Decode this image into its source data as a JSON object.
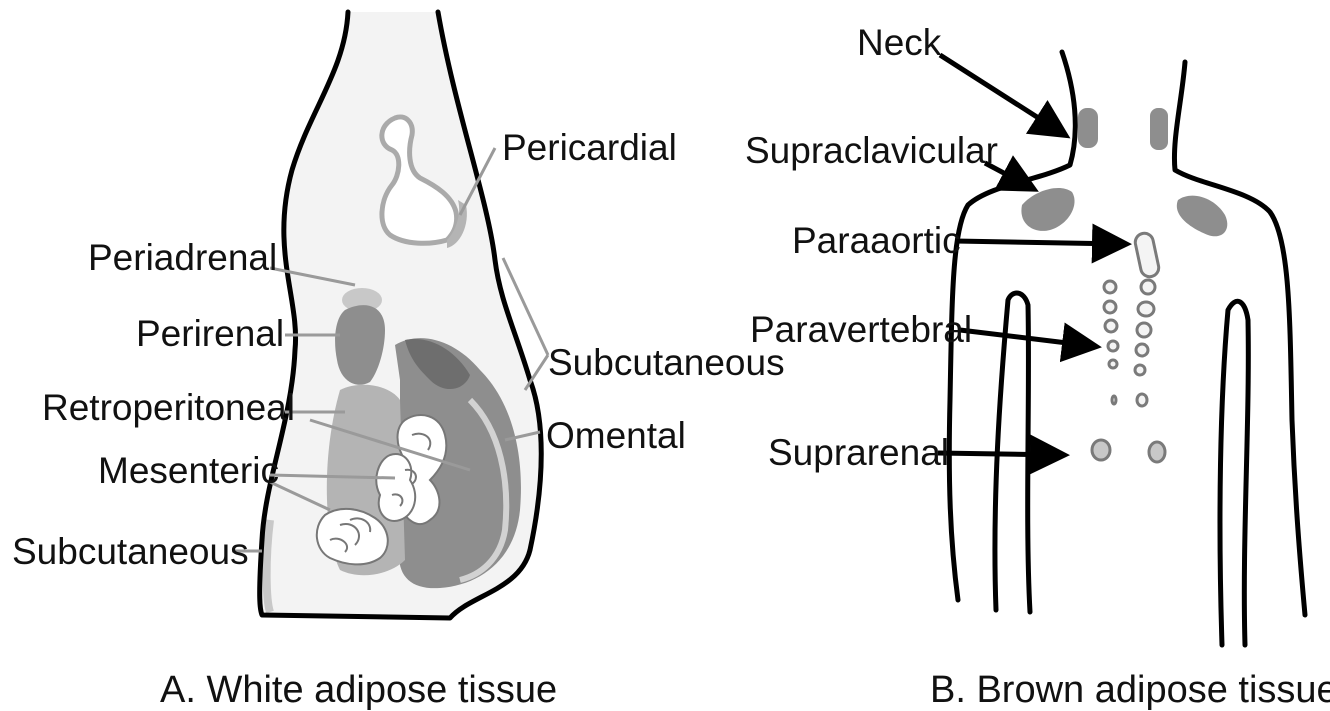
{
  "panel_a": {
    "caption": "A. White adipose tissue",
    "labels": {
      "pericardial": "Pericardial",
      "periadrenal": "Periadrenal",
      "perirenal": "Perirenal",
      "subcutaneous_right": "Subcutaneous",
      "retroperitoneal": "Retroperitoneal",
      "omental": "Omental",
      "mesenteric": "Mesenteric",
      "subcutaneous_left": "Subcutaneous"
    }
  },
  "panel_b": {
    "caption": "B. Brown adipose tissue",
    "labels": {
      "neck": "Neck",
      "supraclavicular": "Supraclavicular",
      "paraaortic": "Paraaortic",
      "paravertebral": "Paravertebral",
      "suprarenal": "Suprarenal"
    }
  }
}
